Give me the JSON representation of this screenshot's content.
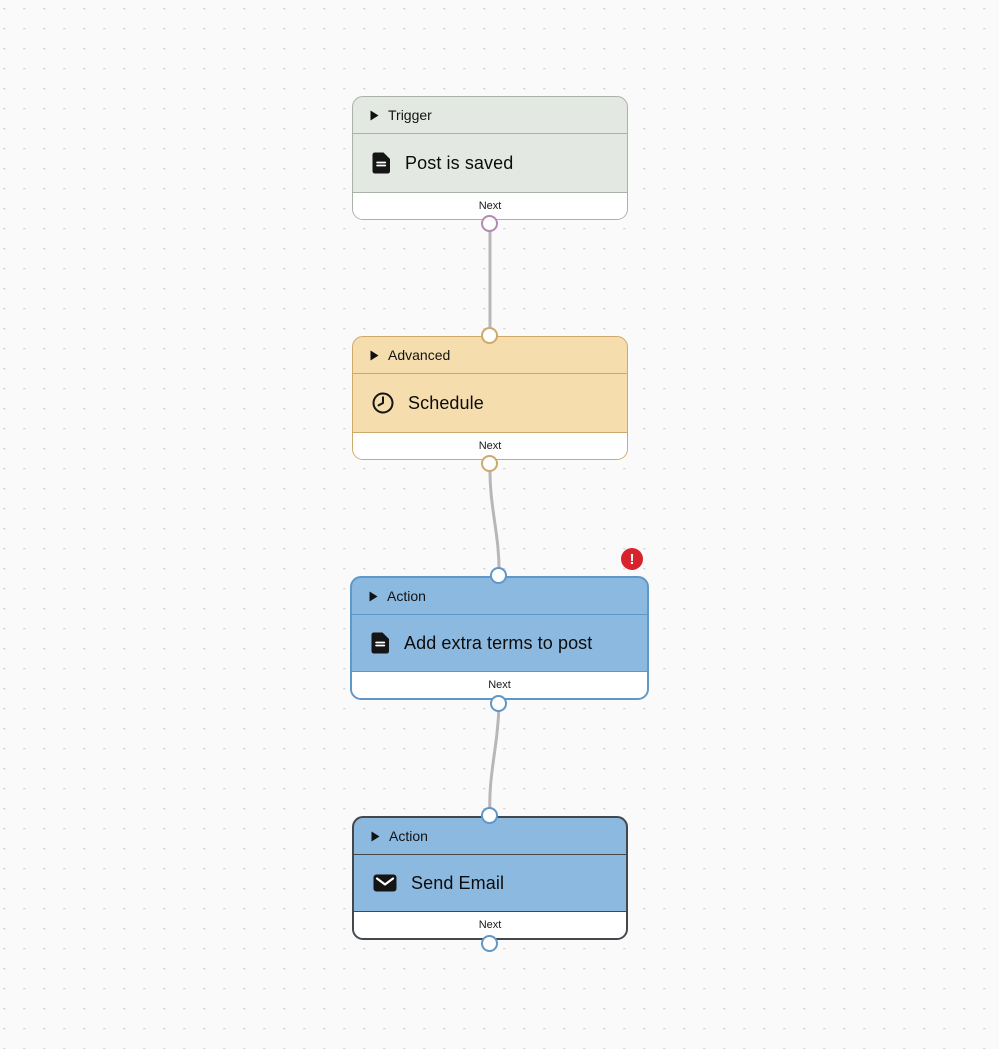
{
  "canvas": {
    "background_color": "#fafafa",
    "dot_color": "#d6d6d6",
    "edge_color": "#b8b6ba"
  },
  "nodes": [
    {
      "category": "Trigger",
      "title": "Post is saved",
      "icon": "document-icon",
      "footer_label": "Next",
      "fill_color": "#e4e8e2",
      "border_color": "#a9b2a7",
      "port_color": "#b28ab3",
      "has_error": false,
      "selected": false
    },
    {
      "category": "Advanced",
      "title": "Schedule",
      "icon": "clock-icon",
      "footer_label": "Next",
      "fill_color": "#f5ddae",
      "border_color": "#cfa96c",
      "port_color": "#cfa96c",
      "has_error": false,
      "selected": false
    },
    {
      "category": "Action",
      "title": "Add extra terms to post",
      "icon": "document-icon",
      "footer_label": "Next",
      "fill_color": "#8cb9e0",
      "border_color": "#5f98c8",
      "port_color": "#5f98c8",
      "has_error": true,
      "selected": false
    },
    {
      "category": "Action",
      "title": "Send Email",
      "icon": "mail-icon",
      "footer_label": "Next",
      "fill_color": "#8cb9e0",
      "border_color": "#43484d",
      "port_color": "#5f98c8",
      "has_error": false,
      "selected": true
    }
  ],
  "edges": [
    {
      "from": "Post is saved",
      "from_port": "Next",
      "to": "Schedule"
    },
    {
      "from": "Schedule",
      "from_port": "Next",
      "to": "Add extra terms to post"
    },
    {
      "from": "Add extra terms to post",
      "from_port": "Next",
      "to": "Send Email"
    }
  ],
  "error_badge": {
    "symbol": "!",
    "color": "#d7232b"
  }
}
